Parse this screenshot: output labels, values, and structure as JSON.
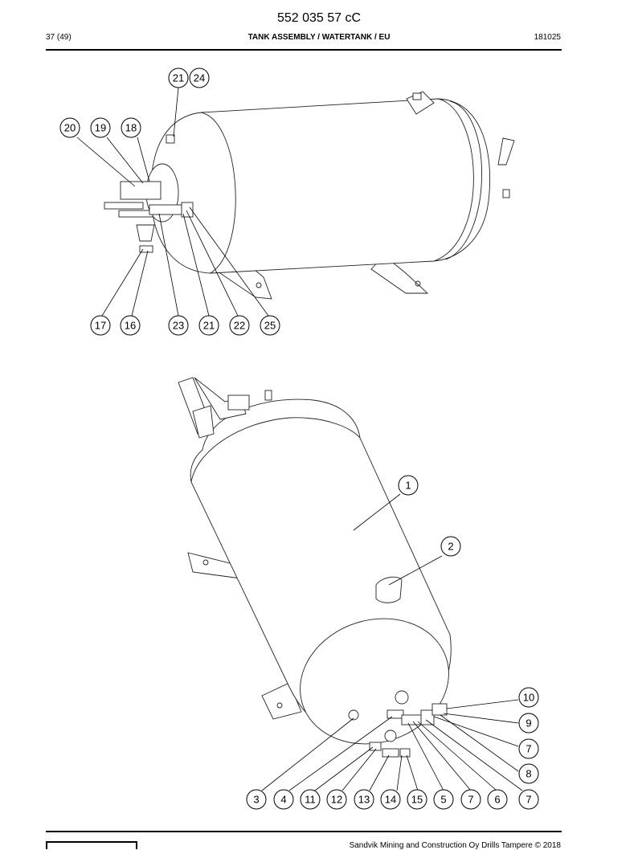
{
  "header": {
    "doc_number": "552 035 57 cC",
    "page": "37 (49)",
    "title": "TANK ASSEMBLY / WATERTANK / EU",
    "date": "181025"
  },
  "footer": {
    "text": "Sandvik Mining and Construction Oy Drills Tampere © 2018",
    "logo_name": "sandvik-logo"
  },
  "callouts_top": [
    "21",
    "24",
    "20",
    "19",
    "18",
    "17",
    "16",
    "23",
    "21",
    "22",
    "25"
  ],
  "callouts_bottom": [
    "1",
    "2",
    "10",
    "9",
    "7",
    "8",
    "3",
    "4",
    "11",
    "12",
    "13",
    "14",
    "15",
    "5",
    "7",
    "6",
    "7"
  ]
}
